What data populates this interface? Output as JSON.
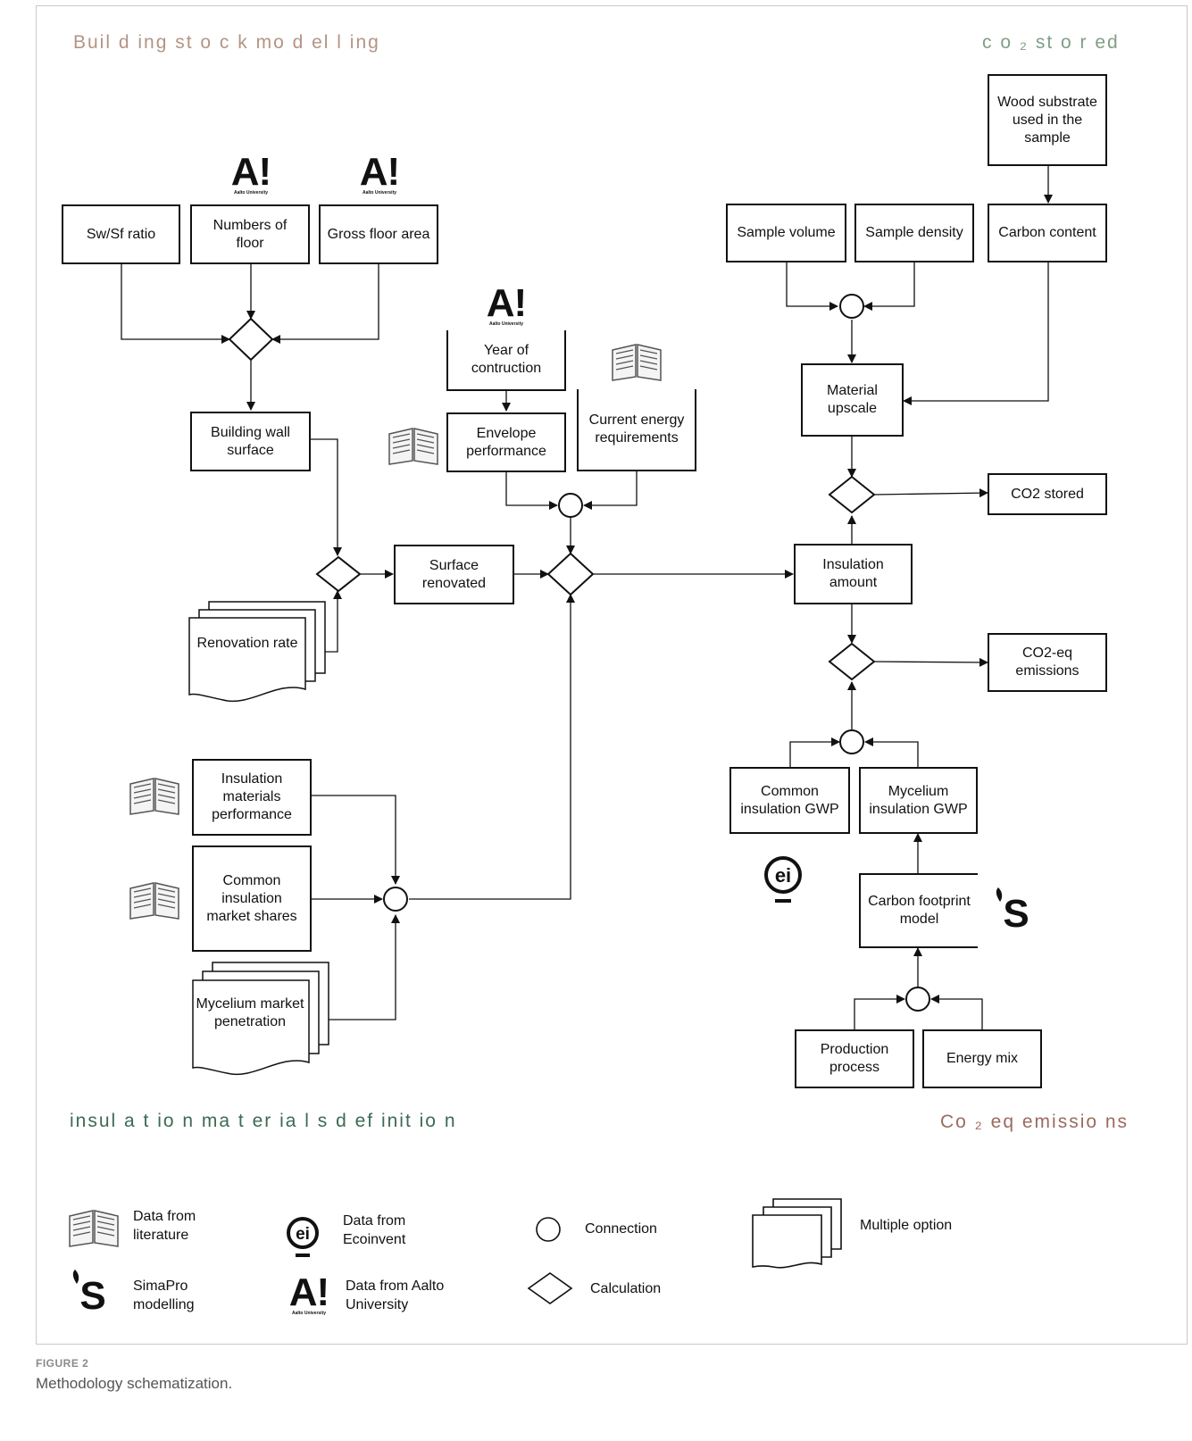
{
  "sections": {
    "building_stock": "Buil d ing st o c k mo d el l ing",
    "co2_stored": "c o ₂ st o r ed",
    "insulation_materials": "insul a t io n ma t er ia l s d ef init io n",
    "co2eq_emissions": "Co ₂ eq emissio ns"
  },
  "colors": {
    "building_stock": "#b39484",
    "co2_stored": "#7f9e85",
    "insulation_materials": "#3d6a52",
    "co2eq_emissions": "#9a6b60",
    "line": "#111111"
  },
  "nodes": {
    "sw_sf_ratio": "Sw/Sf ratio",
    "numbers_of_floor": "Numbers of floor",
    "gross_floor_area": "Gross floor area",
    "building_wall_surface": "Building wall surface",
    "year_of_construction": "Year of contruction",
    "envelope_performance": "Envelope performance",
    "current_energy_requirements": "Current energy requirements",
    "surface_renovated": "Surface renovated",
    "renovation_rate": "Renovation rate",
    "insulation_materials_performance": "Insulation materials performance",
    "common_insulation_market_shares": "Common insulation market shares",
    "mycelium_market_penetration": "Mycelium market penetration",
    "wood_substrate": "Wood substrate used in the sample",
    "sample_volume": "Sample volume",
    "sample_density": "Sample density",
    "carbon_content": "Carbon content",
    "material_upscale": "Material upscale",
    "co2_stored": "CO2 stored",
    "insulation_amount": "Insulation amount",
    "co2eq_emissions": "CO2-eq emissions",
    "common_insulation_gwp": "Common insulation GWP",
    "mycelium_insulation_gwp": "Mycelium insulation GWP",
    "carbon_footprint_model": "Carbon footprint model",
    "production_process": "Production process",
    "energy_mix": "Energy mix"
  },
  "logos": {
    "aalto_mark": "A!",
    "aalto_name": "Aalto University",
    "ei_mark": "ei",
    "simapro_mark": "S"
  },
  "icons": {
    "literature": "book-icon",
    "ecoinvent": "ecoinvent-icon",
    "simapro": "simapro-icon",
    "aalto": "aalto-icon",
    "connection": "circle-icon",
    "calculation": "diamond-icon",
    "multiple": "stacked-document-icon"
  },
  "legend": {
    "literature": "Data from literature",
    "ecoinvent": "Data from Ecoinvent",
    "connection": "Connection",
    "multiple_option": "Multiple option",
    "simapro": "SimaPro modelling",
    "aalto": "Data from Aalto University",
    "calculation": "Calculation"
  },
  "caption": {
    "label": "FIGURE 2",
    "text": "Methodology schematization."
  }
}
